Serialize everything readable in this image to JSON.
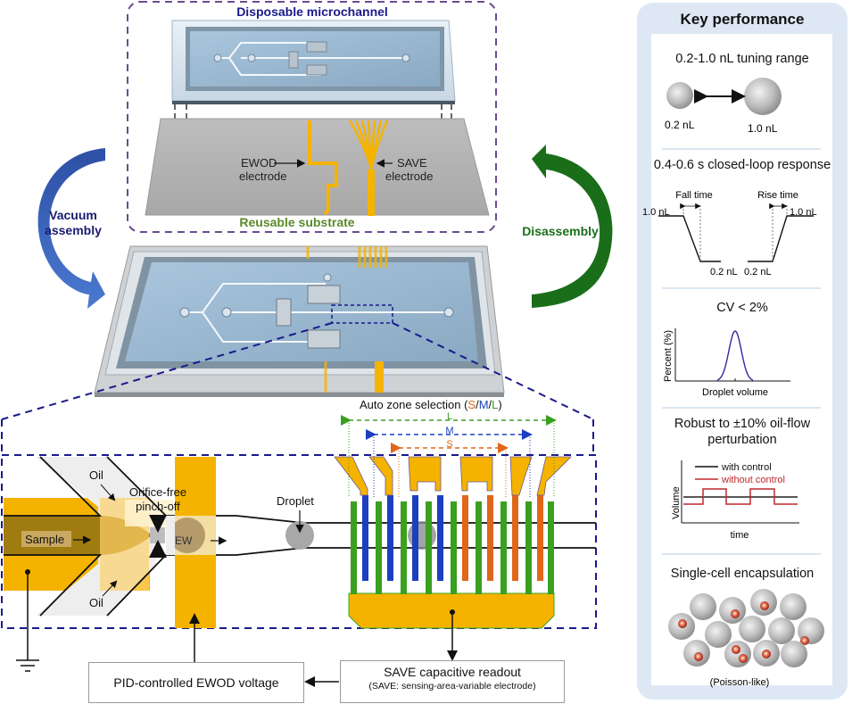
{
  "top": {
    "disposable_title": "Disposable microchannel",
    "reusable_title": "Reusable substrate",
    "ewod_label_1": "EWOD",
    "ewod_label_2": "electrode",
    "save_label_1": "SAVE",
    "save_label_2": "electrode",
    "vacuum_1": "Vacuum",
    "vacuum_2": "assembly",
    "disassembly": "Disassembly"
  },
  "zoom_panel": {
    "auto_zone_prefix": "Auto zone selection (",
    "zone_s": "S",
    "zone_m": "M",
    "zone_l": "L",
    "auto_zone_suffix": ")",
    "slash": "/",
    "oil_top": "Oil",
    "oil_bottom": "Oil",
    "orifice_1": "Orifice-free",
    "orifice_2": "pinch-off",
    "sample": "Sample",
    "ew": "EW",
    "droplet": "Droplet",
    "bracket_l": "L",
    "bracket_m": "M",
    "bracket_s": "S"
  },
  "bottom": {
    "pid_box": "PID-controlled EWOD voltage",
    "save_box_1": "SAVE capacitive readout",
    "save_box_2": "(SAVE: sensing-area-variable electrode)"
  },
  "key_performance": {
    "title": "Key performance",
    "tuning": {
      "heading": "0.2-1.0 nL tuning range",
      "small": "0.2 nL",
      "large": "1.0 nL"
    },
    "response": {
      "heading": "0.4-0.6 s closed-loop response",
      "fall": "Fall time",
      "rise": "Rise time",
      "fall_high": "1.0 nL",
      "fall_low": "0.2 nL",
      "rise_low": "0.2 nL",
      "rise_high": "1.0 nL"
    },
    "cv": {
      "heading": "CV < 2%",
      "ylabel": "Percent (%)",
      "xlabel": "Droplet volume"
    },
    "robust": {
      "heading_1": "Robust to ±10% oil-flow",
      "heading_2": "perturbation",
      "legend_with": "with control",
      "legend_without": "without control",
      "ylabel": "Volume",
      "xlabel": "time"
    },
    "encapsulation": {
      "heading": "Single-cell encapsulation",
      "caption": "(Poisson-like)"
    }
  },
  "colors": {
    "gold": "#f5b300",
    "navy": "#1a1a8c",
    "purple": "#6a4c93",
    "green_text": "#5a8a2a",
    "disassembly_green": "#1a6e1a",
    "vacuum_blue": "#3a62b8",
    "zone_s": "#e0661a",
    "zone_m": "#1b3fbf",
    "zone_l": "#3aa020",
    "red_curve": "#c0282a"
  }
}
